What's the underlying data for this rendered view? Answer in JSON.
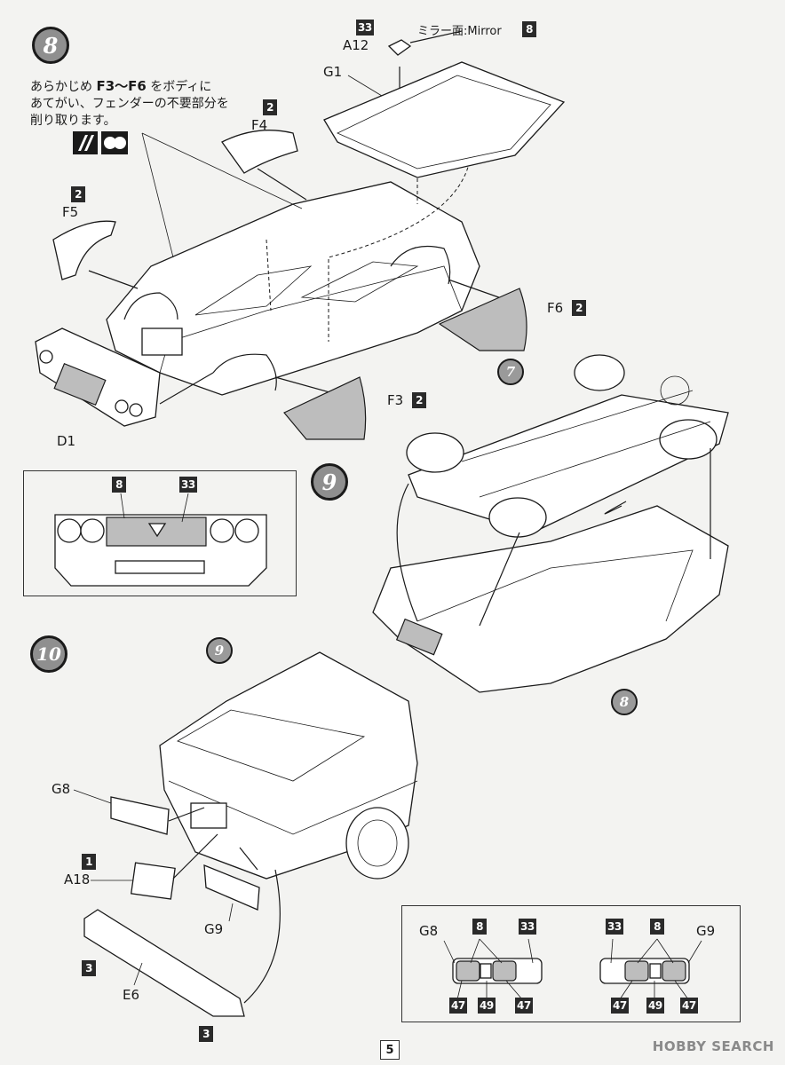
{
  "steps": {
    "s8": "8",
    "s9": "9",
    "s10": "10"
  },
  "refs": {
    "ref7": "7",
    "ref8": "8",
    "ref9": "9"
  },
  "note": {
    "line1_pre": "あらかじめ ",
    "line1_bold": "F3～F6",
    "line1_post": " をボディに",
    "line2": "あてがい、フェンダーの不要部分を",
    "line3": "削り取ります。"
  },
  "mirror": {
    "label": "ミラー面:Mirror",
    "color": "8"
  },
  "labels": {
    "A12": "A12",
    "G1": "G1",
    "F4": "F4",
    "F5": "F5",
    "F6": "F6",
    "F3": "F3",
    "D1": "D1",
    "G8": "G8",
    "A18": "A18",
    "G9": "G9",
    "E6": "E6"
  },
  "colors": {
    "a12": "33",
    "f4": "2",
    "f5": "2",
    "f6": "2",
    "f3": "2",
    "inset_grille": "8",
    "inset_emblem": "33",
    "a18": "1",
    "e6_top": "3",
    "e6_bottom": "3"
  },
  "lamp_inset": {
    "left": {
      "label": "G8",
      "top": [
        "8",
        "33"
      ],
      "bottom": [
        "47",
        "49",
        "47"
      ]
    },
    "right": {
      "label": "G9",
      "top": [
        "33",
        "8"
      ],
      "bottom": [
        "47",
        "49",
        "47"
      ]
    }
  },
  "icons": [
    "file-tool-icon",
    "cut-circles-icon"
  ],
  "page": "5",
  "watermark": "HOBBY SEARCH"
}
